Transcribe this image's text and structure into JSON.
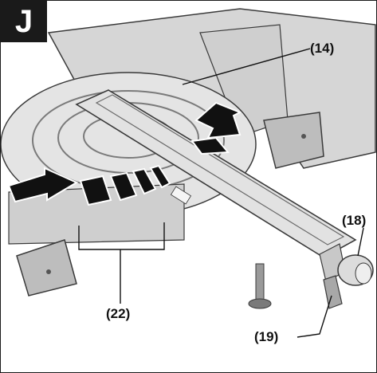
{
  "figure": {
    "letter": "J",
    "colors": {
      "body_light": "#e7e7e7",
      "body_mid": "#c9c9c9",
      "body_dark": "#8f8f8f",
      "outline": "#3a3a3a",
      "arrow": "#111111"
    }
  },
  "callouts": [
    {
      "id": "14",
      "label": "(14)"
    },
    {
      "id": "18",
      "label": "(18)"
    },
    {
      "id": "19",
      "label": "(19)"
    },
    {
      "id": "22",
      "label": "(22)"
    }
  ]
}
